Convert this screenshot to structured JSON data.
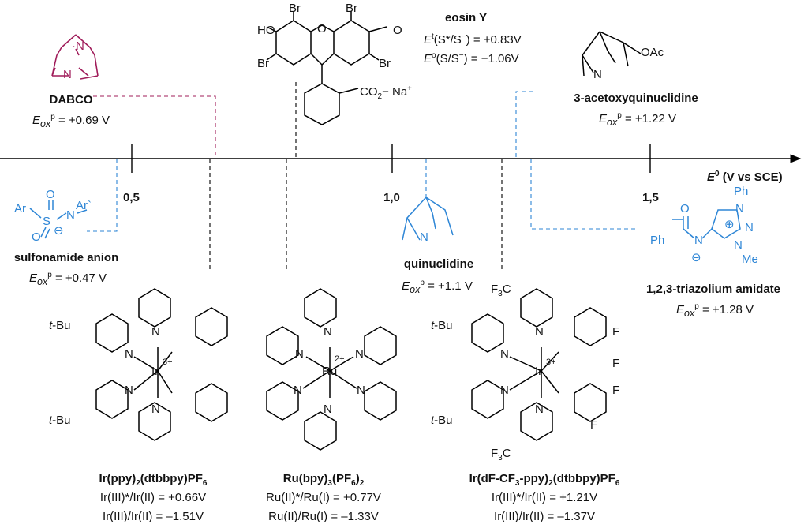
{
  "axis": {
    "label": "E",
    "label_sup": "0",
    "label_tail": " (V vs SCE)",
    "ticks": [
      "0,5",
      "1,0",
      "1,5"
    ]
  },
  "common": {
    "eox_E": "E",
    "eox_sub": "ox",
    "eox_sup": "p"
  },
  "colors": {
    "axis": "#000000",
    "oxidant_dash": "#2e86d6",
    "dabco": "#a01c5a",
    "catalyst_dash": "#000000"
  },
  "compounds": {
    "dabco": {
      "name": "DABCO",
      "value": " = +0.69 V"
    },
    "sulfonamide": {
      "name": "sulfonamide anion",
      "value": " = +0.47 V",
      "atoms": {
        "ar1": "Ar",
        "s": "S",
        "o1": "O",
        "o2": "O",
        "n": "N",
        "ar2": "Ar`",
        "minus": "⊖"
      }
    },
    "eosin": {
      "name": "eosin Y",
      "line1_E": "E",
      "line1_sup": "t",
      "line1_rest": "(S*/S",
      "line1_minus": "−",
      "line1_val": ") = +0.83V",
      "line2_E": "E",
      "line2_sup": "o",
      "line2_rest": "(S/S",
      "line2_minus": "−",
      "line2_val": ")  =  −1.06V",
      "atoms": {
        "ho": "HO",
        "o": "O",
        "br1": "Br",
        "br2": "Br",
        "br3": "Br",
        "br4": "Br",
        "co2": "CO",
        "co2sub": "2",
        "co2rest": "− Na",
        "plus": "+"
      }
    },
    "acetoxy": {
      "name": "3-acetoxyquinuclidine",
      "value": " = +1.22 V",
      "atoms": {
        "oac": "OAc",
        "n": "N"
      }
    },
    "quinuclidine": {
      "name": "quinuclidine",
      "value": " = +1.1 V",
      "atoms": {
        "n": "N"
      }
    },
    "triazolium": {
      "name": "1,2,3-triazolium amidate",
      "value": " = +1.28 V",
      "atoms": {
        "ph1": "Ph",
        "o": "O",
        "n1": "N",
        "n2": "N",
        "n3": "N",
        "ph2": "Ph",
        "n4": "N",
        "me": "Me",
        "plus": "⊕",
        "minus": "⊖"
      }
    },
    "ir_ppy": {
      "name_parts": [
        "Ir(ppy)",
        "2",
        "(dtbbpy)PF",
        "6"
      ],
      "line1": "Ir(III)*/Ir(II) = +0.66V",
      "line2": "Ir(III)/Ir(II) = –1.51V",
      "atoms": {
        "tbu1": "t",
        "tbu1b": "-Bu",
        "tbu2": "t",
        "tbu2b": "-Bu",
        "n1": "N",
        "n2": "N",
        "n3": "N",
        "n4": "N",
        "ir": "Ir",
        "charge": "3+"
      }
    },
    "ru_bpy": {
      "name_parts": [
        "Ru(bpy)",
        "3",
        "(PF",
        "6",
        ")",
        "2"
      ],
      "line1": "Ru(II)*/Ru(I) = +0.77V",
      "line2": "Ru(II)/Ru(I) = –1.33V",
      "atoms": {
        "ru": "Ru",
        "charge": "2+",
        "n1": "N",
        "n2": "N",
        "n3": "N",
        "n4": "N",
        "n5": "N",
        "n6": "N"
      }
    },
    "ir_df": {
      "name_parts": [
        "Ir(dF-CF",
        "3",
        "-ppy)",
        "2",
        "(dtbbpy)PF",
        "6"
      ],
      "line1": "Ir(III)*/Ir(II) = +1.21V",
      "line2": "Ir(III)/Ir(II) = –1.37V",
      "atoms": {
        "f3c1": "F",
        "f3c1s": "3",
        "f3c1c": "C",
        "f3c2": "F",
        "f3c2s": "3",
        "f3c2c": "C",
        "tbu1": "t",
        "tbu1b": "-Bu",
        "tbu2": "t",
        "tbu2b": "-Bu",
        "f1": "F",
        "f2": "F",
        "f3": "F",
        "f4": "F",
        "ir": "Ir",
        "charge": "3+",
        "n1": "N",
        "n2": "N",
        "n3": "N",
        "n4": "N"
      }
    }
  }
}
